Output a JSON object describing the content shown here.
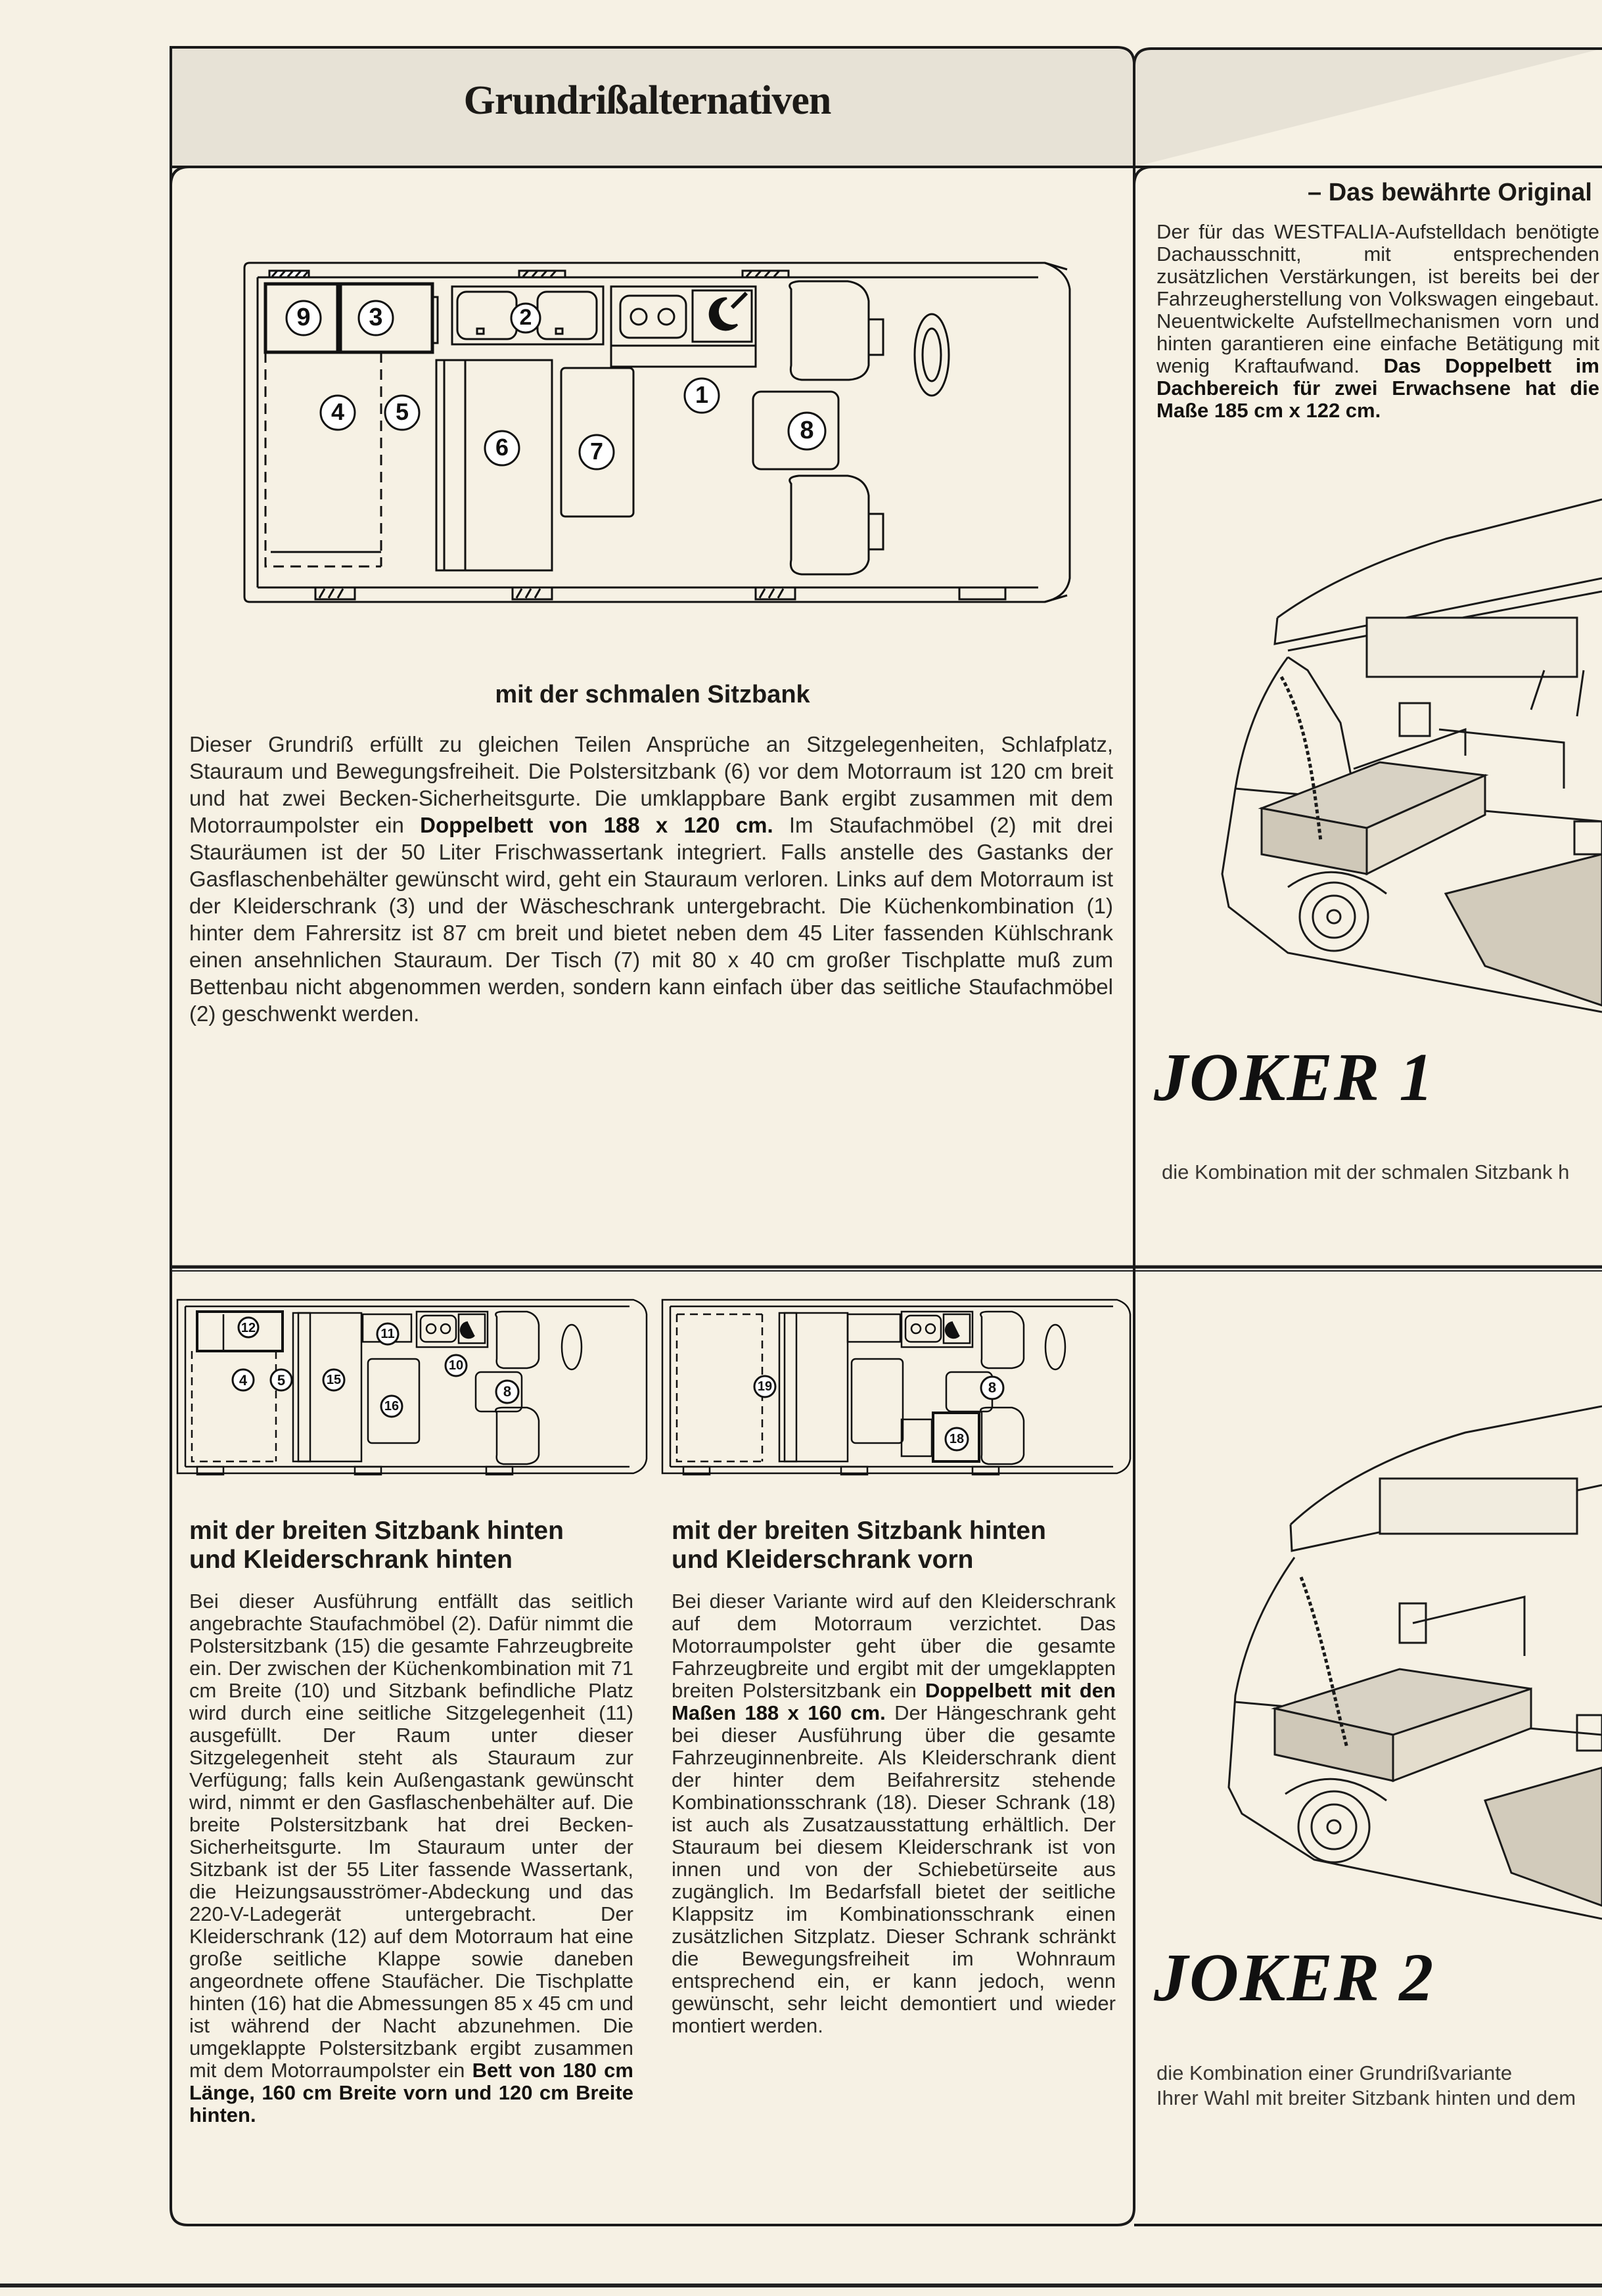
{
  "header": {
    "title": "Grundrißalternativen"
  },
  "top": {
    "subtitle": "mit der schmalen Sitzbank",
    "paragraph": [
      {
        "t": "Dieser Grundriß erfüllt zu gleichen Teilen Ansprüche an Sitzgelegenheiten, Schlafplatz, Stauraum und Bewegungsfreiheit. Die Polstersitzbank (6) vor dem Motorraum ist 120 cm breit und hat zwei Becken-Sicherheitsgurte. Die umklappbare Bank ergibt zusammen mit dem Motorraumpolster ein "
      },
      {
        "b": "Doppelbett von 188 x 120 cm."
      },
      {
        "t": " Im Staufachmöbel (2) mit drei Stauräumen ist der 50 Liter Frischwassertank integriert. Falls anstelle des Gastanks der Gasflaschenbehälter gewünscht wird, geht ein Stauraum verloren. Links auf dem Motorraum ist der Kleiderschrank (3) und der Wäscheschrank untergebracht. Die Küchenkombination (1) hinter dem Fahrersitz ist 87 cm breit und bietet neben dem 45 Liter fassenden Kühlschrank einen ansehnlichen Stauraum. Der Tisch (7) mit 80 x 40 cm großer Tischplatte muß zum Bettenbau nicht abgenommen werden, sondern kann einfach über das seitliche Staufachmöbel (2) geschwenkt werden."
      }
    ],
    "plan_numbers": [
      "9",
      "3",
      "2",
      "4",
      "5",
      "6",
      "7",
      "1",
      "8"
    ]
  },
  "bottom_left": {
    "title_line1": "mit der breiten Sitzbank hinten",
    "title_line2": "und Kleiderschrank hinten",
    "paragraph": [
      {
        "t": "Bei dieser Ausführung entfällt das seitlich angebrachte Staufachmöbel (2). Dafür nimmt die Polstersitzbank (15) die gesamte Fahrzeugbreite ein. Der zwischen der Küchenkombination mit 71 cm Breite (10) und Sitzbank befindliche Platz wird durch eine seitliche Sitzgelegenheit (11) ausgefüllt. Der Raum unter dieser Sitzgelegenheit steht als Stauraum zur Verfügung; falls kein Außengastank gewünscht wird, nimmt er den Gasflaschenbehälter auf. Die breite Polstersitzbank hat drei Becken-Sicherheitsgurte. Im Stauraum unter der Sitzbank ist der 55 Liter fassende Wassertank, die Heizungsausströmer-Abdeckung und das 220-V-Ladegerät untergebracht. Der Kleiderschrank (12) auf dem Motorraum hat eine große seitliche Klappe sowie daneben angeordnete offene Staufächer. Die Tischplatte hinten (16) hat die Abmessungen 85 x 45 cm und ist während der Nacht abzunehmen. Die umgeklappte Polstersitzbank ergibt zusammen mit dem Motorraumpolster ein "
      },
      {
        "b": "Bett von 180 cm Länge, 160 cm Breite vorn und 120 cm Breite hinten."
      }
    ],
    "plan_numbers": [
      "12",
      "4",
      "5",
      "15",
      "11",
      "10",
      "16",
      "8"
    ]
  },
  "bottom_middle": {
    "title_line1": "mit der breiten Sitzbank hinten",
    "title_line2": "und Kleiderschrank vorn",
    "paragraph": [
      {
        "t": "Bei dieser Variante wird auf den Kleiderschrank auf dem Motorraum verzichtet. Das Motorraumpolster geht über die gesamte Fahrzeugbreite und ergibt mit der umgeklappten breiten Polstersitzbank ein "
      },
      {
        "b": "Doppelbett mit den Maßen 188 x 160 cm."
      },
      {
        "t": " Der Hängeschrank geht bei dieser Ausführung über die gesamte Fahrzeuginnenbreite. Als Kleiderschrank dient der hinter dem Beifahrersitz stehende Kombinationsschrank (18). Dieser Schrank (18) ist auch als Zusatzausstattung erhältlich. Der Stauraum bei diesem Kleiderschrank ist von innen und von der Schiebetürseite aus zugänglich. Im Bedarfsfall bietet der seitliche Klappsitz im Kombinationsschrank einen zusätzlichen Sitzplatz. Dieser Schrank schränkt die Bewegungsfreiheit im Wohnraum entsprechend ein, er kann jedoch, wenn gewünscht, sehr leicht demontiert und wieder montiert werden."
      }
    ],
    "plan_numbers": [
      "19",
      "8",
      "18"
    ]
  },
  "right_top": {
    "title": "– Das bewährte Original",
    "paragraph": [
      {
        "t": "Der für das WESTFALIA-Aufstelldach benötigte Dachausschnitt, mit entsprechenden zusätzlichen Verstärkungen, ist bereits bei der Fahrzeugherstellung von Volkswagen eingebaut. Neuentwickelte Aufstellmechanismen vorn und hinten garantieren eine einfache Betätigung mit wenig Kraftaufwand. "
      },
      {
        "b": "Das Doppelbett im Dachbereich für zwei Erwachsene hat die Maße 185 cm x 122 cm."
      }
    ],
    "joker": "JOKER 1",
    "caption": "die Kombination mit der schmalen Sitzbank h"
  },
  "right_bottom": {
    "joker": "JOKER 2",
    "caption_line1": "die Kombination einer Grundrißvariante",
    "caption_line2": "Ihrer Wahl mit breiter Sitzbank hinten und dem"
  }
}
